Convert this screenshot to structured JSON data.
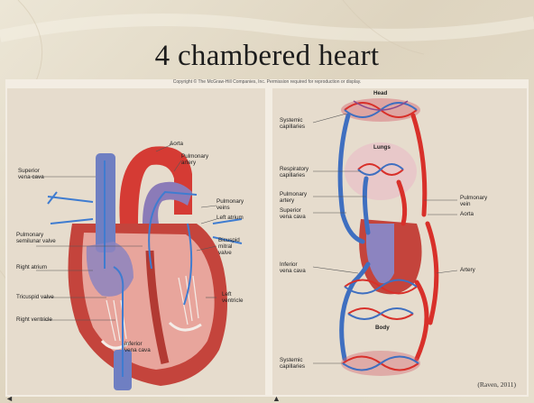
{
  "slide": {
    "title": "4 chambered heart",
    "copyright": "Copyright © The McGraw-Hill Companies, Inc. Permission required for reproduction or display.",
    "citation": "(Raven, 2011)"
  },
  "heart_diagram": {
    "labels": {
      "aorta": "Aorta",
      "pulmonary_artery": "Pulmonary\nartery",
      "superior_vena_cava": "Superior\nvena cava",
      "pulmonary_veins": "Pulmonary\nveins",
      "left_atrium": "Left atrium",
      "pulmonary_semilunar_valve": "Pulmonary\nsemilunar valve",
      "right_atrium": "Right atrium",
      "bicuspid_mitral_valve": "Bicuspid\nmitral\nvalve",
      "tricuspid_valve": "Tricuspid valve",
      "left_ventricle": "Left\nventricle",
      "right_ventricle": "Right ventricle",
      "inferior_vena_cava": "Inferior\nvena cava"
    }
  },
  "circulation_diagram": {
    "labels": {
      "head": "Head",
      "systemic_capillaries_top": "Systemic\ncapillaries",
      "lungs": "Lungs",
      "respiratory_capillaries": "Respiratory\ncapillaries",
      "pulmonary_artery": "Pulmonary\nartery",
      "superior_vena_cava": "Superior\nvena cava",
      "pulmonary_vein": "Pulmonary\nvein",
      "aorta": "Aorta",
      "inferior_vena_cava": "Inferior\nvena cava",
      "artery": "Artery",
      "body": "Body",
      "systemic_capillaries_bottom": "Systemic\ncapillaries"
    }
  },
  "colors": {
    "oxygenated": "#d8302a",
    "deoxygenated": "#3f6fc0",
    "muscle": "#c4443c",
    "panel": "#e6dccd"
  }
}
